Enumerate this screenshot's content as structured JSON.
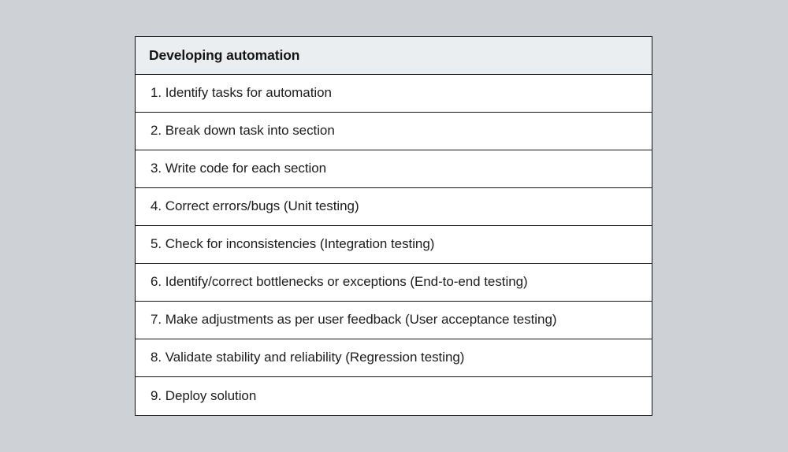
{
  "page": {
    "background_color": "#ced2d7"
  },
  "table": {
    "header": {
      "title": "Developing automation",
      "background_color": "#eaeef0",
      "text_color": "#151515"
    },
    "border_color": "#121212",
    "row_background_color": "#ffffff",
    "rows": [
      {
        "number": "1.",
        "label": "1. Identify tasks for automation"
      },
      {
        "number": "2.",
        "label": "2. Break down task into section"
      },
      {
        "number": "3.",
        "label": "3. Write code for each section"
      },
      {
        "number": "4.",
        "label": "4. Correct errors/bugs (Unit testing)"
      },
      {
        "number": "5.",
        "label": "5. Check for inconsistencies (Integration testing)"
      },
      {
        "number": "6.",
        "label": "6. Identify/correct bottlenecks or exceptions (End-to-end testing)"
      },
      {
        "number": "7.",
        "label": "7. Make adjustments as per user feedback (User acceptance testing)"
      },
      {
        "number": "8.",
        "label": "8. Validate stability and reliability (Regression testing)"
      },
      {
        "number": "9.",
        "label": "9. Deploy solution"
      }
    ]
  }
}
